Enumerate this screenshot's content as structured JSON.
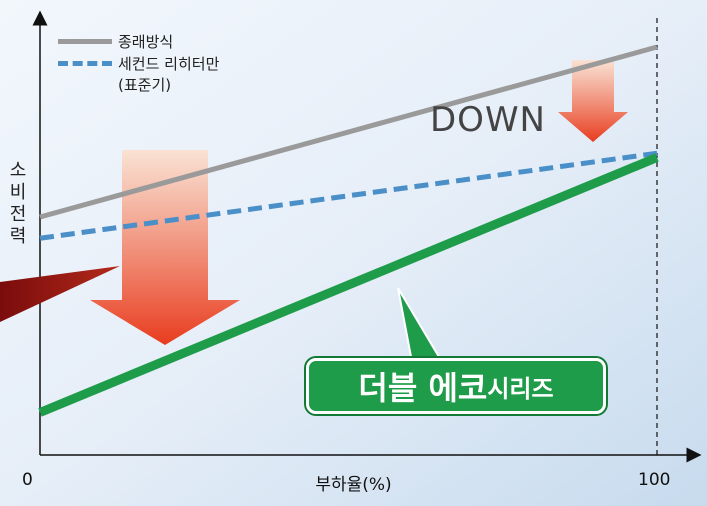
{
  "chart_data": {
    "type": "line",
    "xlabel": "부하율(%)",
    "ylabel": "소비전력",
    "x_ticks": [
      "0",
      "100"
    ],
    "xlim": [
      0,
      100
    ],
    "series": [
      {
        "name": "종래방식",
        "x": [
          0,
          100
        ],
        "y": [
          0.56,
          0.96
        ],
        "color": "#9a9a9a",
        "style": "solid"
      },
      {
        "name": "세컨드 리히터만",
        "name_sub": "(표준기)",
        "x": [
          0,
          100
        ],
        "y": [
          0.51,
          0.71
        ],
        "color": "#4a8fc8",
        "style": "dashed"
      },
      {
        "name": "더블 에코시리즈",
        "x": [
          0,
          100
        ],
        "y": [
          0.1,
          0.7
        ],
        "color": "#1f9c4a",
        "style": "solid"
      }
    ],
    "annotations": {
      "down_text": "DOWN",
      "badge_main": "더블 에코",
      "badge_small": "시리즈"
    }
  }
}
